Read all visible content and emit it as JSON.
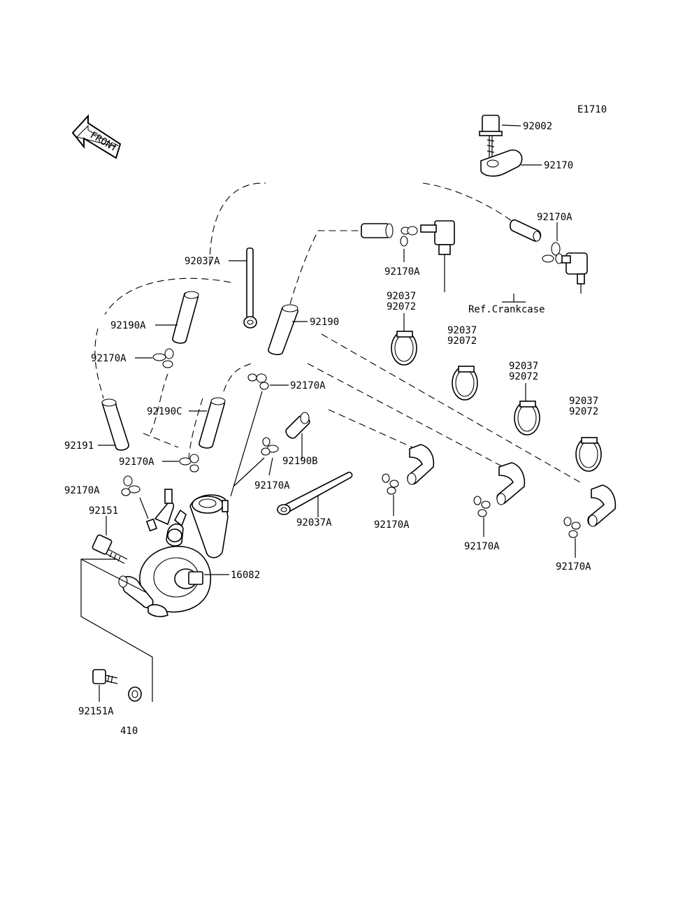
{
  "diagram": {
    "code": "E1710",
    "front_label": "FRONT",
    "ref_label": "Ref.Crankcase",
    "parts": {
      "p92002": "92002",
      "p92170": "92170",
      "p92170A_top": "92170A",
      "p92037A_top": "92037A",
      "p92190": "92190",
      "p92170A_hose": "92170A",
      "p92190A": "92190A",
      "p92170A_left": "92170A",
      "p92190C": "92190C",
      "p92170A_mid": "92170A",
      "p92191": "92191",
      "p92170A_low": "92170A",
      "p92190B": "92190B",
      "p92170A_pump": "92170A",
      "p92170A_far_left": "92170A",
      "p92151": "92151",
      "p16082": "16082",
      "p92037A_bottom": "92037A",
      "p92170A_elbow1": "92170A",
      "p92170A_elbow2": "92170A",
      "p92170A_elbow3": "92170A",
      "p92151A": "92151A",
      "p410": "410",
      "clamp1_a": "92037",
      "clamp1_b": "92072",
      "clamp2_a": "92037",
      "clamp2_b": "92072",
      "clamp3_a": "92037",
      "clamp3_b": "92072",
      "clamp4_a": "92037",
      "clamp4_b": "92072"
    }
  }
}
